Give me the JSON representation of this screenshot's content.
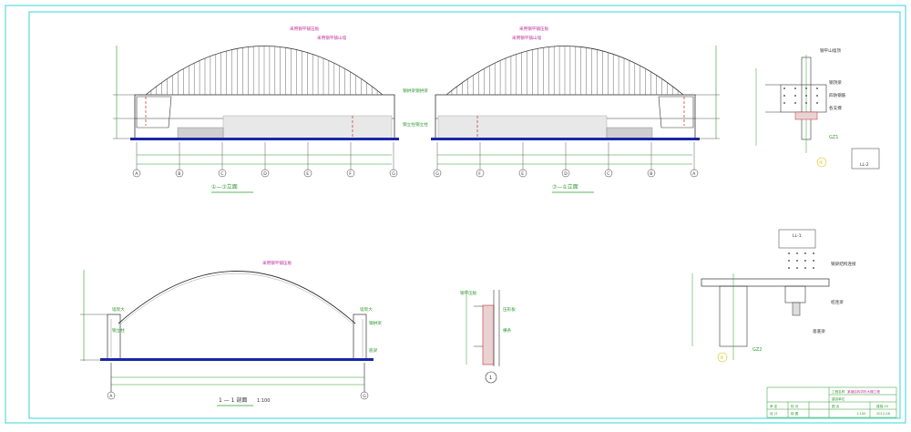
{
  "elevation_a": {
    "title": "①—⑦立面",
    "label_top": "采用钢平铺压板",
    "label_roof": "采用钢平铺山墙",
    "label_right1": "钢拱梁",
    "label_right2": "钢立柱",
    "axes": [
      "A",
      "B",
      "C",
      "D",
      "E",
      "F",
      "G"
    ]
  },
  "elevation_b": {
    "title": "⑦—①立面",
    "label_top": "采用钢平铺压板",
    "label_roof": "采用钢平铺山墙",
    "label_left1": "钢拱梁",
    "label_left2": "钢立柱",
    "axes": [
      "G",
      "F",
      "E",
      "D",
      "C",
      "B",
      "A"
    ]
  },
  "section": {
    "title": "1 — 1 剖面",
    "scale": "1:100",
    "label_top": "采用钢平铺压板",
    "label_l1": "墙架大",
    "label_l2": "钢立柱",
    "label_r1": "墙架大",
    "label_r2": "钢拱梁",
    "label_r3": "底梁",
    "axes": [
      "A",
      "G"
    ]
  },
  "detail_wall": {
    "label_a": "钢平压板",
    "label_b": "压形板",
    "label_c": "横条",
    "bubble": "1"
  },
  "detail_top": {
    "label_top": "钢平山墙顶",
    "label_1": "钢顶梁",
    "label_2": "四防钢筋",
    "label_3": "各支撑",
    "column_tag": "GZ1",
    "bubble": "②",
    "box_label": "LL-2"
  },
  "detail_bottom": {
    "box_label": "LL-1",
    "label_1": "钢梁结构连接",
    "label_2": "桩连梁",
    "label_3": "基底梁",
    "column_tag": "GZ2",
    "bubble": "③"
  },
  "title_block": {
    "project": "某钢结构拱形大棚工程",
    "row1": "工程名称",
    "row2": "建设单位",
    "row3": "图 名",
    "drawing_no": "建施-03",
    "col_a": "审 定",
    "col_b": "校 对",
    "col_c": "设 计",
    "col_d": "制 图",
    "scale": "1:100",
    "date": "2012.06"
  },
  "colors": {
    "frame": "#38d6d6",
    "line": "#333333",
    "base": "#1a27a8",
    "green": "#2f9a2f",
    "red": "#c03030",
    "yellow": "#d4c20a",
    "magenta": "#c0309a"
  }
}
